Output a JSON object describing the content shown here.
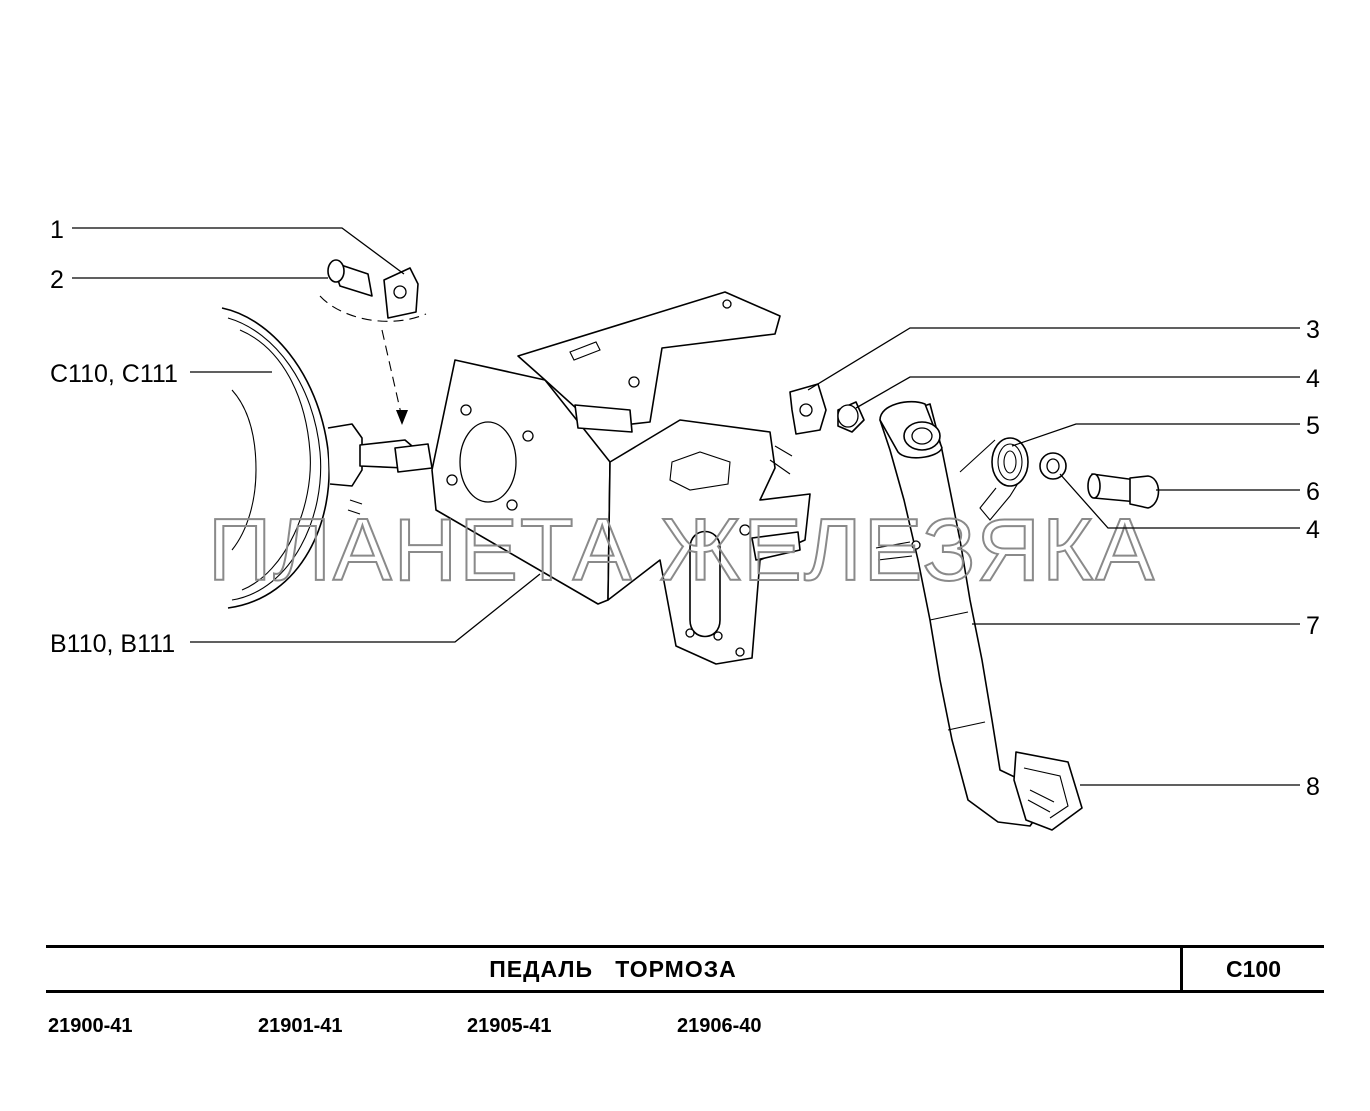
{
  "callouts": [
    "1",
    "2",
    "C110, C111",
    "B110, B111",
    "3",
    "4",
    "5",
    "6",
    "4",
    "7",
    "8"
  ],
  "watermark": "ПЛАНЕТА ЖЕЛЕЗЯКА",
  "title": "ПЕДАЛЬ   ТОРМОЗА",
  "code": "C100",
  "models": [
    "21900-41",
    "21901-41",
    "21905-41",
    "21906-40"
  ]
}
